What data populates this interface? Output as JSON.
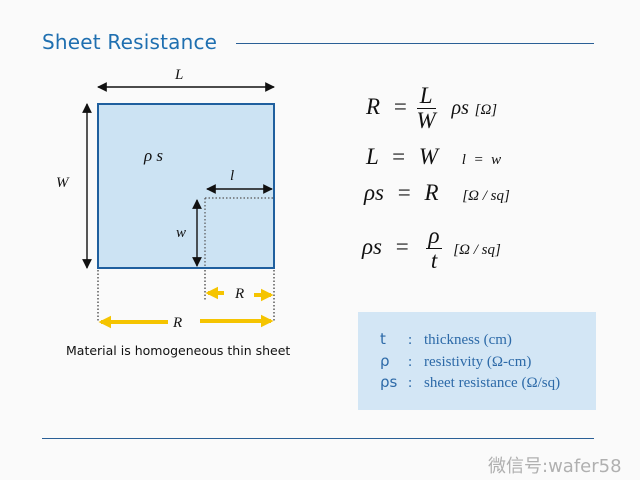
{
  "title": "Sheet Resistance",
  "diagram": {
    "label_L": "L",
    "label_W": "W",
    "label_rhos": "ρ s",
    "label_l": "l",
    "label_w": "w",
    "label_R_small": "R",
    "label_R_large": "R",
    "caption": "Material is homogeneous thin sheet",
    "colors": {
      "sheet_fill": "#cce3f3",
      "sheet_border": "#1f5f9e",
      "arrow_yellow": "#f5c400"
    }
  },
  "equations": {
    "eq1": {
      "lhs": "R",
      "eq": "=",
      "num": "L",
      "den": "W",
      "tail": "ρs",
      "unit": "[Ω]"
    },
    "eq2": {
      "lhs": "L",
      "eq": "=",
      "rhs": "W",
      "cond": "l  =  w"
    },
    "eq3": {
      "lhs": "ρs",
      "eq": "=",
      "rhs": "R",
      "unit": "[Ω / sq]"
    },
    "eq4": {
      "lhs": "ρs",
      "eq": "=",
      "num": "ρ",
      "den": "t",
      "unit": "[Ω / sq]"
    }
  },
  "legend": {
    "rows": [
      {
        "symbol": "t",
        "text": "thickness (cm)"
      },
      {
        "symbol": "ρ",
        "text": "resistivity (Ω-cm)"
      },
      {
        "symbol": "ρs",
        "text": "sheet resistance (Ω/sq)"
      }
    ]
  },
  "watermark": "微信号:wafer58"
}
